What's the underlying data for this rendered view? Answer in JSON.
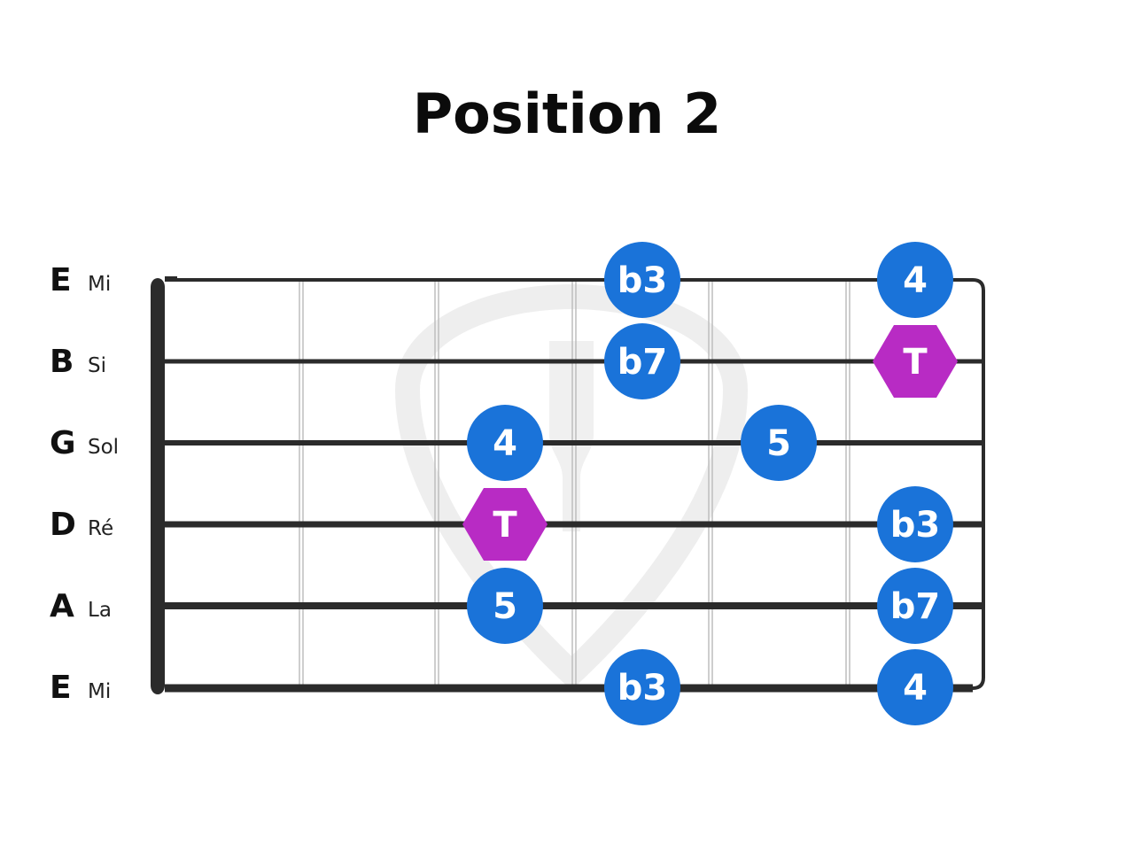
{
  "title": "Position 2",
  "colors": {
    "background": "#ffffff",
    "board_outline": "#2b2b2b",
    "string": "#2b2b2b",
    "fret": "#bdbdbd",
    "note_circle": "#1a73d9",
    "root_hexagon": "#b82bc4",
    "note_text": "#ffffff",
    "watermark": "#ececec"
  },
  "strings": [
    {
      "letter": "E",
      "name": "Mi"
    },
    {
      "letter": "B",
      "name": "Si"
    },
    {
      "letter": "G",
      "name": "Sol"
    },
    {
      "letter": "D",
      "name": "Ré"
    },
    {
      "letter": "A",
      "name": "La"
    },
    {
      "letter": "E",
      "name": "Mi"
    }
  ],
  "fret_count": 6,
  "notes": [
    {
      "string": 1,
      "fret": 4,
      "label": "b3",
      "shape": "circle"
    },
    {
      "string": 1,
      "fret": 6,
      "label": "4",
      "shape": "circle"
    },
    {
      "string": 2,
      "fret": 4,
      "label": "b7",
      "shape": "circle"
    },
    {
      "string": 2,
      "fret": 6,
      "label": "T",
      "shape": "hexagon"
    },
    {
      "string": 3,
      "fret": 3,
      "label": "4",
      "shape": "circle"
    },
    {
      "string": 3,
      "fret": 5,
      "label": "5",
      "shape": "circle"
    },
    {
      "string": 4,
      "fret": 3,
      "label": "T",
      "shape": "hexagon"
    },
    {
      "string": 4,
      "fret": 6,
      "label": "b3",
      "shape": "circle"
    },
    {
      "string": 5,
      "fret": 3,
      "label": "5",
      "shape": "circle"
    },
    {
      "string": 5,
      "fret": 6,
      "label": "b7",
      "shape": "circle"
    },
    {
      "string": 6,
      "fret": 4,
      "label": "b3",
      "shape": "circle"
    },
    {
      "string": 6,
      "fret": 6,
      "label": "4",
      "shape": "circle"
    }
  ],
  "legend": {
    "circle_icon": "scale-degree-circle-icon",
    "hexagon_icon": "root-note-hexagon-icon",
    "watermark_icon": "guitar-pick-watermark-icon"
  }
}
